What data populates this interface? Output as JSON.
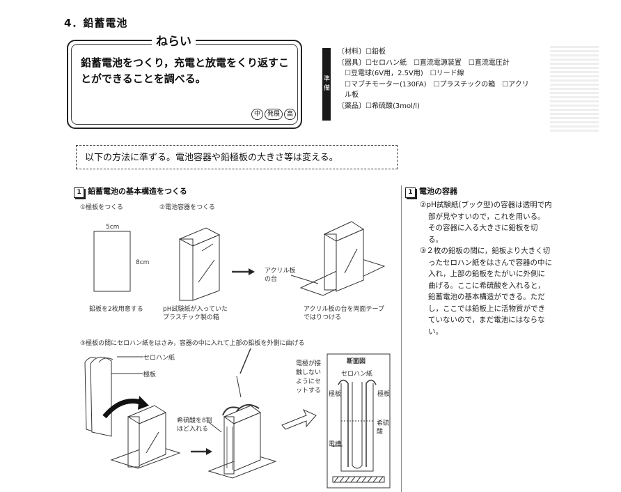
{
  "section_title": "4．鉛蓄電池",
  "aim": {
    "label": "ねらい",
    "text": "鉛蓄電池をつくり，充電と放電をくり返すことができることを調べる。",
    "levels": [
      "中",
      "発展",
      "高"
    ]
  },
  "preparation": {
    "label": "準備",
    "lines": [
      "〔材料〕☐鉛板",
      "〔器具〕☐セロハン紙　☐直流電源装置　☐直流電圧計",
      "　☐豆電球(6V用，2.5V用)　☐リード線",
      "　☐マブチモーター(130FA)　☐プラスチックの箱　☐アクリ",
      "　ル板",
      "〔薬品〕☐希硫酸(3mol/l)"
    ]
  },
  "method_note": "以下の方法に準ずる。電池容器や鉛極板の大きさ等は変える。",
  "left_section": {
    "num": "1",
    "title": "鉛蓄電池の基本構造をつくる",
    "step1": "①極板をつくる",
    "step2": "②電池容器をつくる",
    "dim_w": "5cm",
    "dim_h": "8cm",
    "cap1": "鉛板を2枚用意する",
    "cap2a": "pH試験紙が入っていた",
    "cap2b": "プラスチック製の箱",
    "acrylic_a": "アクリル板",
    "acrylic_b": "の台",
    "cap3a": "アクリル板の台を両面テープ",
    "cap3b": "ではりつける",
    "step3": "③極板の間にセロハン紙をはさみ，容器の中に入れて上部の鉛板を外側に曲げる",
    "cellophane": "セロハン紙",
    "plate": "極板",
    "acid_a": "希硫酸を8割",
    "acid_b": "ほど入れる",
    "note_a": "電極が接",
    "note_b": "触しない",
    "note_c": "ようにセ",
    "note_d": "ットする",
    "cross_title": "断面図",
    "cross_cello": "セロハン紙",
    "cross_plate_l": "極板",
    "cross_plate_r": "極板",
    "cross_acid_a": "希硫",
    "cross_acid_b": "酸",
    "cross_container": "電槽"
  },
  "right_section": {
    "num": "1",
    "title": "電池の容器",
    "p1": "②pH試験紙(ブック型)の容器は透明で内部が見やすいので，これを用いる。その容器に入る大きさに鉛板を切る。",
    "p2": "③２枚の鉛板の間に，鉛板より大きく切ったセロハン紙をはさんで容器の中に入れ，上部の鉛板をたがいに外側に曲げる。ここに希硫酸を入れると，鉛蓄電池の基本構造ができる。ただし，ここでは鉛板上に活物質ができていないので，まだ電池にはならない。"
  }
}
